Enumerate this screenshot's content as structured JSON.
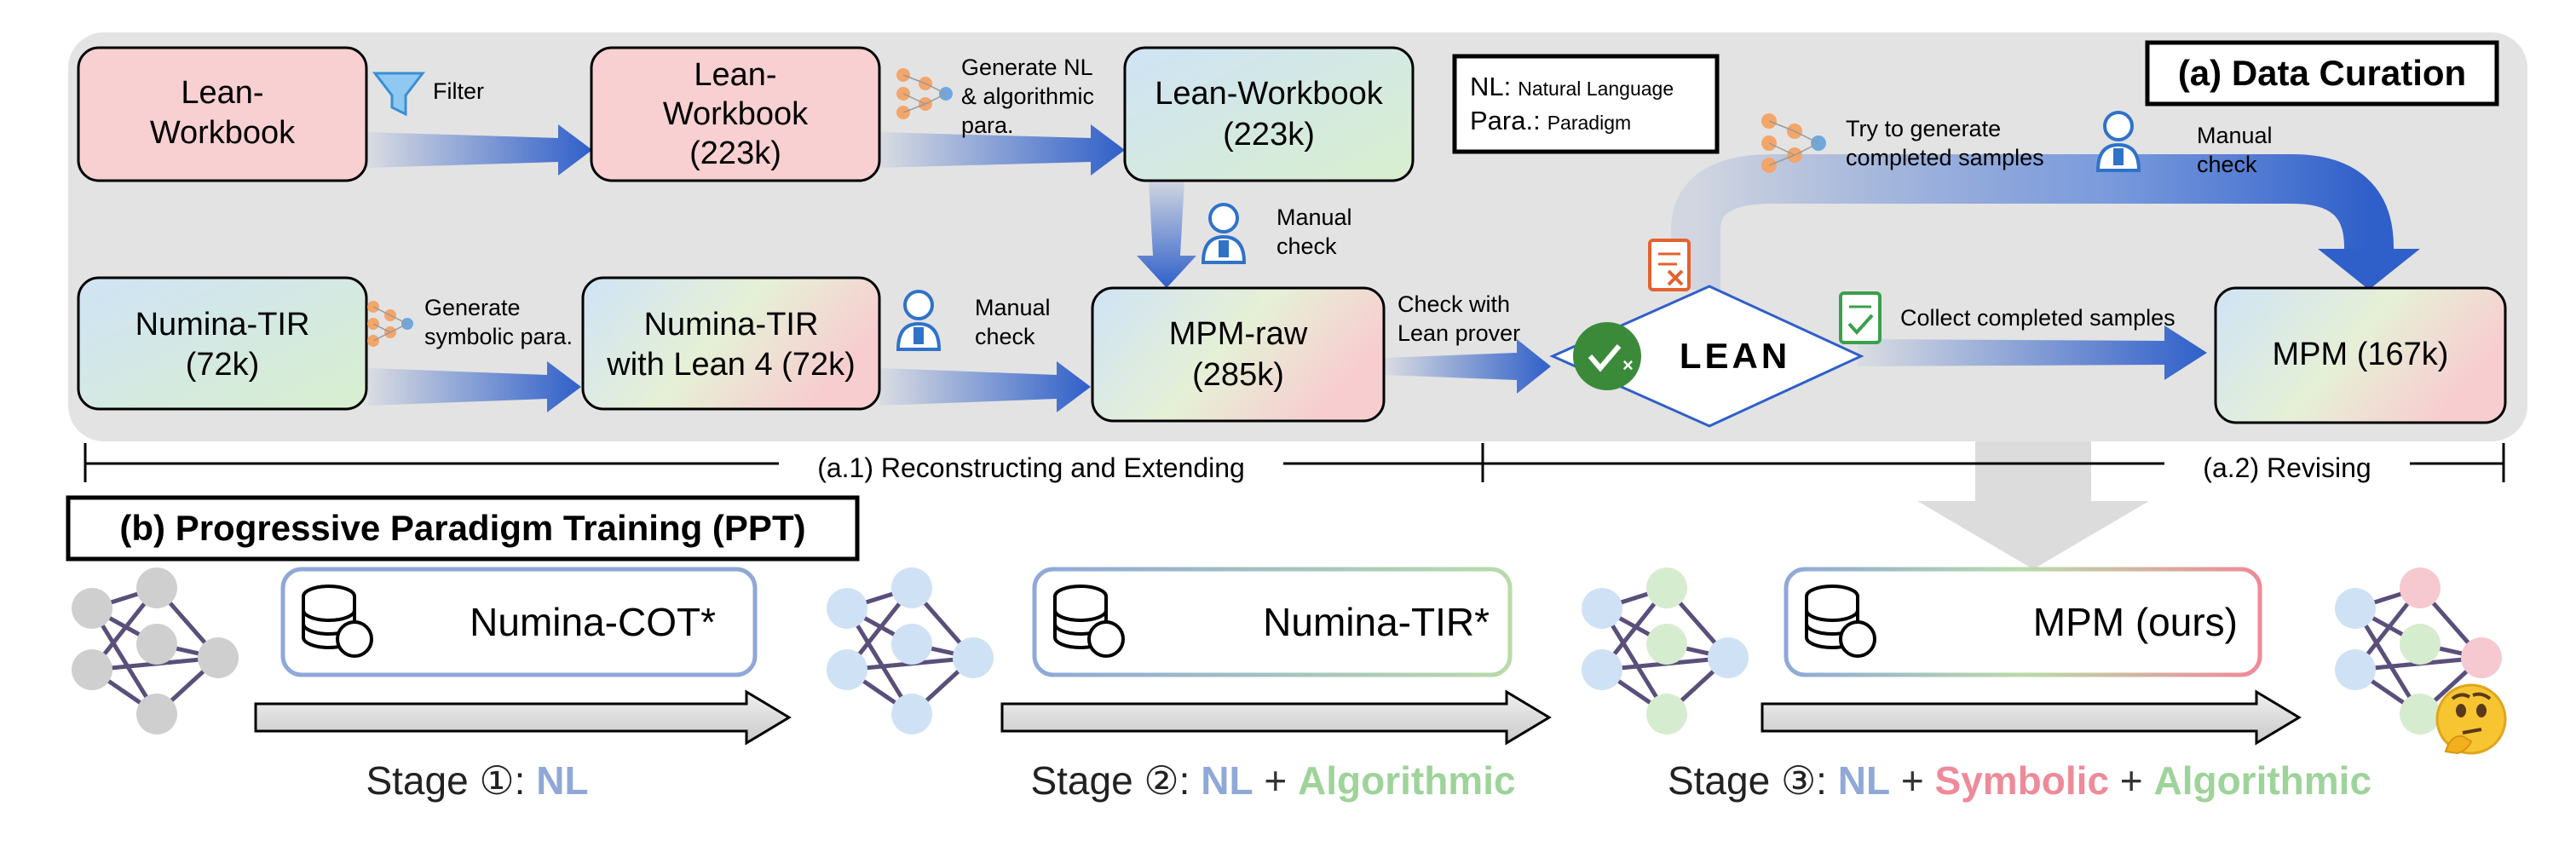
{
  "panel_a": {
    "title": "(a) Data Curation",
    "legend": {
      "line1_abbr": "NL:",
      "line1_text": "Natural Language",
      "line2_abbr": "Para.:",
      "line2_text": "Paradigm"
    },
    "boxes": {
      "lean_workbook_1": [
        "Lean-",
        "Workbook"
      ],
      "lean_workbook_2": [
        "Lean-",
        "Workbook",
        "(223k)"
      ],
      "lean_workbook_3": [
        "Lean-Workbook",
        "(223k)"
      ],
      "numina_tir_1": [
        "Numina-TIR",
        "(72k)"
      ],
      "numina_tir_2": [
        "Numina-TIR",
        "with Lean 4 (72k)"
      ],
      "mpm_raw": [
        "MPM-raw",
        "(285k)"
      ],
      "mpm": [
        "MPM (167k)"
      ]
    },
    "labels": {
      "filter": [
        "Filter"
      ],
      "generate_nl": [
        "Generate NL",
        "& algorithmic",
        "para."
      ],
      "manual_check_1": [
        "Manual",
        "check"
      ],
      "generate_symbolic": [
        "Generate",
        "symbolic para."
      ],
      "manual_check_2": [
        "Manual",
        "check"
      ],
      "check_lean": [
        "Check with",
        "Lean prover"
      ],
      "try_generate": [
        "Try to generate",
        "completed samples"
      ],
      "manual_check_3": [
        "Manual",
        "check"
      ],
      "collect": [
        "Collect completed samples"
      ]
    },
    "lean_logo": "LEAN",
    "stage_labels": {
      "a1": "(a.1) Reconstructing and Extending",
      "a2": "(a.2)  Revising"
    }
  },
  "panel_b": {
    "title": "(b) Progressive Paradigm Training (PPT)",
    "datasets": [
      "Numina-COT*",
      "Numina-TIR*",
      "MPM (ours)"
    ],
    "stages": [
      {
        "prefix": "Stage ①: ",
        "parts": [
          {
            "text": "NL",
            "color": "#8fa8d8"
          }
        ]
      },
      {
        "prefix": "Stage ②: ",
        "parts": [
          {
            "text": "NL",
            "color": "#8fa8d8"
          },
          {
            "text": " + ",
            "color": "#333333"
          },
          {
            "text": "Algorithmic",
            "color": "#9ed39a"
          }
        ]
      },
      {
        "prefix": "Stage ③: ",
        "parts": [
          {
            "text": "NL",
            "color": "#8fa8d8"
          },
          {
            "text": " + ",
            "color": "#333333"
          },
          {
            "text": "Symbolic",
            "color": "#ef8a98"
          },
          {
            "text": " + ",
            "color": "#333333"
          },
          {
            "text": "Algorithmic",
            "color": "#9ed39a"
          }
        ]
      }
    ]
  },
  "colors": {
    "panel_bg": "#e3e3e3",
    "arrow_blue": "#2f5fc9",
    "box_pink": "#f8d0d2",
    "nn_gray": "#cfcfcf",
    "nn_blue": "#cfe2f5",
    "nn_green": "#d6eccf",
    "nn_pink": "#f5c9cf",
    "lean_green": "#3a8a3a",
    "diamond_stroke": "#2f5fc9"
  },
  "icons": [
    "filter-icon",
    "network-icon",
    "manual-check-icon",
    "lean-check-icon",
    "reject-icon",
    "accept-icon",
    "database-icon",
    "thinking-emoji-icon"
  ]
}
